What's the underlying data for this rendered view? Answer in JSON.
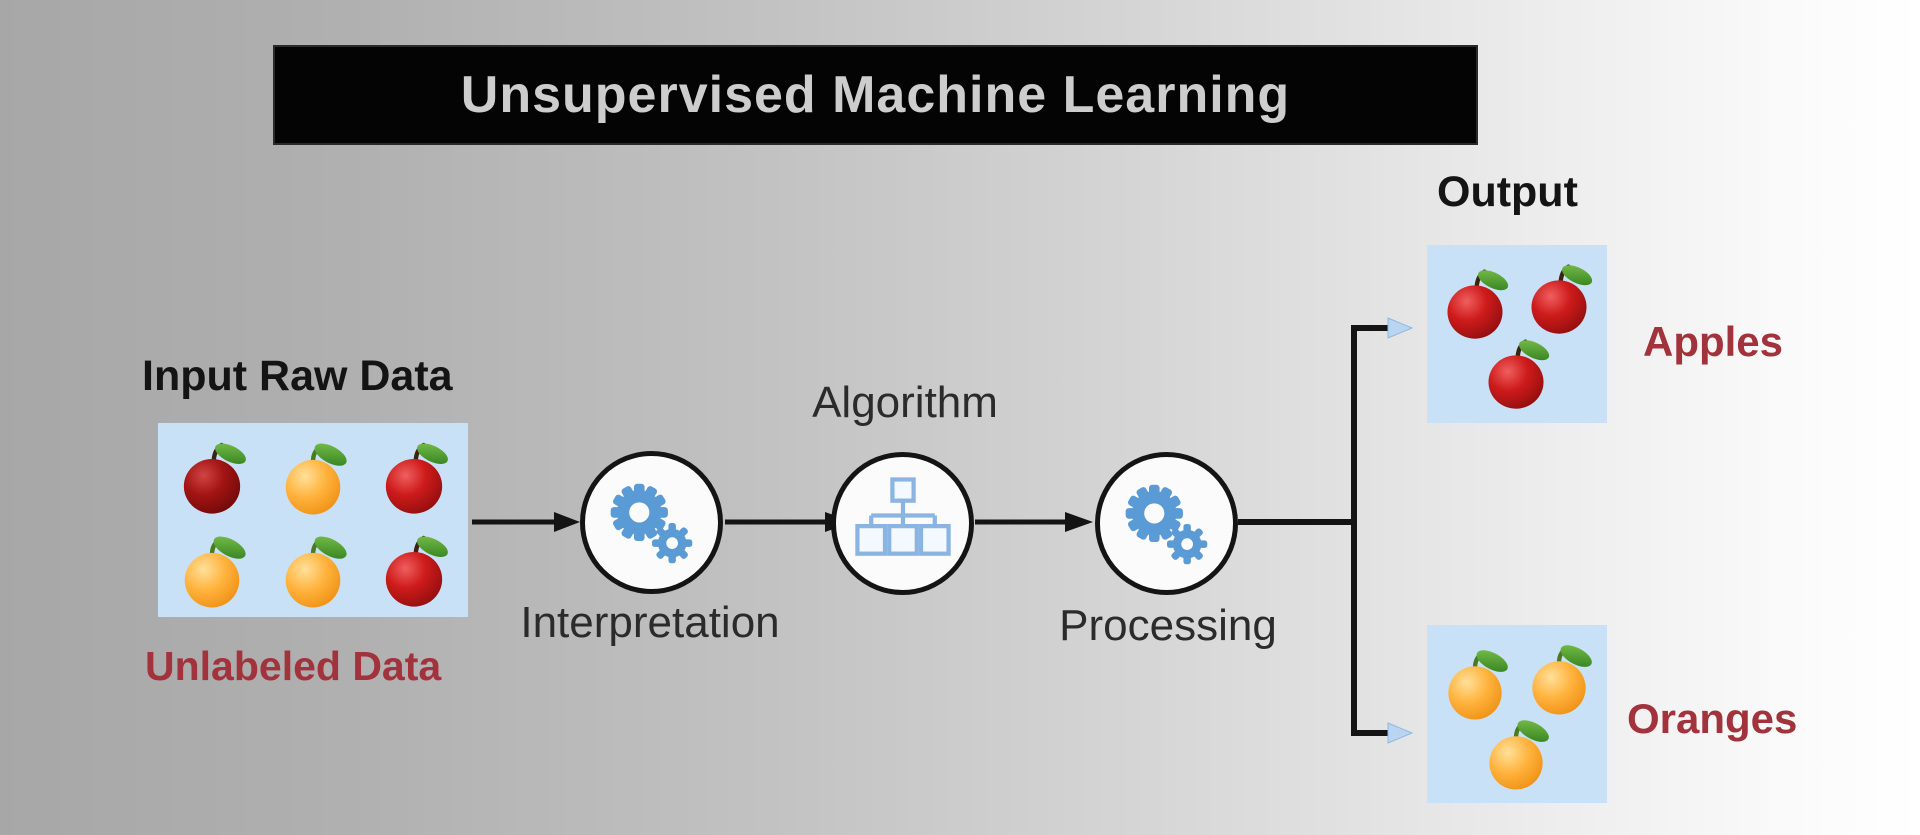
{
  "title": "Unsupervised Machine Learning",
  "colors": {
    "banner_bg": "#040404",
    "banner_text": "#cdcdcd",
    "box_blue": "#c9e1f7",
    "accent_blue": "#5b9bd5",
    "dark_red": "#a2333c",
    "arrow_black": "#141414"
  },
  "input": {
    "label": "Input Raw Data",
    "sublabel": "Unlabeled Data",
    "fruits": [
      "apple-dark",
      "orange",
      "apple",
      "orange",
      "orange",
      "apple"
    ]
  },
  "stages": [
    {
      "label": "Interpretation",
      "icon": "gears-icon"
    },
    {
      "label": "Algorithm",
      "icon": "hierarchy-icon"
    },
    {
      "label": "Processing",
      "icon": "gears-icon"
    }
  ],
  "output": {
    "label": "Output",
    "groups": [
      {
        "name": "Apples",
        "fruit": "apple",
        "count": 3
      },
      {
        "name": "Oranges",
        "fruit": "orange",
        "count": 3
      }
    ]
  }
}
